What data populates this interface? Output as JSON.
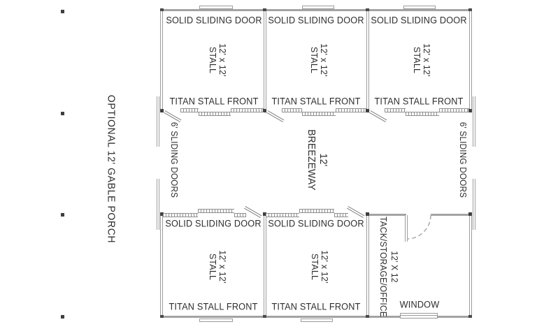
{
  "plan": {
    "porch_label": "OPTIONAL 12' GABLE PORCH",
    "breezeway": {
      "size_label": "12'",
      "name_label": "BREEZEWAY"
    },
    "left_doors_label": "6' SLIDING DOORS",
    "right_doors_label": "6' SLIDING DOORS",
    "top_stalls": [
      {
        "door_label": "SOLID SLIDING DOOR",
        "size_label": "12' x 12'",
        "type_label": "STALL",
        "front_label": "TITAN STALL FRONT"
      },
      {
        "door_label": "SOLID SLIDING DOOR",
        "size_label": "12' x 12'",
        "type_label": "STALL",
        "front_label": "TITAN STALL FRONT"
      },
      {
        "door_label": "SOLID SLIDING DOOR",
        "size_label": "12' x 12'",
        "type_label": "STALL",
        "front_label": "TITAN STALL FRONT"
      }
    ],
    "bottom_stalls": [
      {
        "door_label": "SOLID SLIDING DOOR",
        "size_label": "12' x 12'",
        "type_label": "STALL",
        "front_label": "TITAN STALL FRONT"
      },
      {
        "door_label": "SOLID SLIDING DOOR",
        "size_label": "12' x 12'",
        "type_label": "STALL",
        "front_label": "TITAN STALL FRONT"
      }
    ],
    "tack_room": {
      "size_label": "12' X 12",
      "name_label": "TACK/STORAGE/OFFICE",
      "window_label": "WINDOW"
    }
  },
  "colors": {
    "wall": "#9c9c9c",
    "post": "#3f3f3f",
    "text": "#2d2d2d",
    "background": "#ffffff"
  }
}
